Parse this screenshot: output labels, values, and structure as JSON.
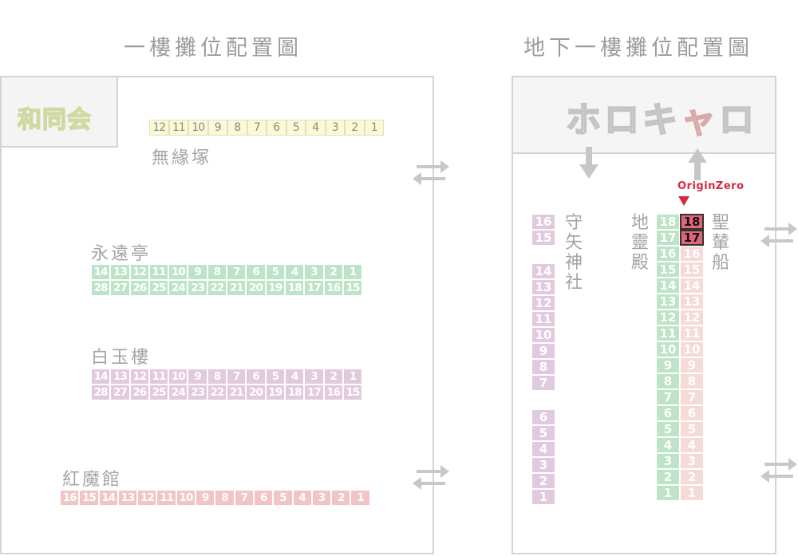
{
  "floors": {
    "first": {
      "title": "一樓攤位配置圖"
    },
    "basement": {
      "title": "地下一樓攤位配置圖"
    }
  },
  "logo": {
    "text": "和同会"
  },
  "sign": {
    "part1": "ホロキ",
    "part2": "ャ",
    "part3": "ロ"
  },
  "origin": {
    "label": "OriginZero"
  },
  "areas": {
    "muen": {
      "label": "無緣塚",
      "row": [
        "12",
        "11",
        "10",
        "9",
        "8",
        "7",
        "6",
        "5",
        "4",
        "3",
        "2",
        "1"
      ]
    },
    "eien": {
      "label": "永遠亭",
      "row1": [
        "14",
        "13",
        "12",
        "11",
        "10",
        "9",
        "8",
        "7",
        "6",
        "5",
        "4",
        "3",
        "2",
        "1"
      ],
      "row2": [
        "28",
        "27",
        "26",
        "25",
        "24",
        "23",
        "22",
        "21",
        "20",
        "19",
        "18",
        "17",
        "16",
        "15"
      ]
    },
    "hakugyoku": {
      "label": "白玉樓",
      "row1": [
        "14",
        "13",
        "12",
        "11",
        "10",
        "9",
        "8",
        "7",
        "6",
        "5",
        "4",
        "3",
        "2",
        "1"
      ],
      "row2": [
        "28",
        "27",
        "26",
        "25",
        "24",
        "23",
        "22",
        "21",
        "20",
        "19",
        "18",
        "17",
        "16",
        "15"
      ]
    },
    "koumakan": {
      "label": "紅魔館",
      "row": [
        "16",
        "15",
        "14",
        "13",
        "12",
        "11",
        "10",
        "9",
        "8",
        "7",
        "6",
        "5",
        "4",
        "3",
        "2",
        "1"
      ]
    },
    "moriya": {
      "label": "守矢神社",
      "colA": [
        "16",
        "15"
      ],
      "colB": [
        "14",
        "13",
        "12",
        "11",
        "10",
        "9",
        "8",
        "7"
      ],
      "colC": [
        "6",
        "5",
        "4",
        "3",
        "2",
        "1"
      ]
    },
    "chirei": {
      "label": "地靈殿",
      "col": [
        "18",
        "17",
        "16",
        "15",
        "14",
        "13",
        "12",
        "11",
        "10",
        "9",
        "8",
        "7",
        "6",
        "5",
        "4",
        "3",
        "2",
        "1"
      ]
    },
    "seiren": {
      "label": "聖輦船",
      "col": [
        "18",
        "17",
        "16",
        "15",
        "14",
        "13",
        "12",
        "11",
        "10",
        "9",
        "8",
        "7",
        "6",
        "5",
        "4",
        "3",
        "2",
        "1"
      ],
      "highlighted": [
        "18",
        "17"
      ]
    }
  },
  "colors": {
    "yellow": "#fafadb",
    "green": "#bde3c9",
    "purple": "#e2cade",
    "red": "#f3c4c4",
    "pink": "#f6dada",
    "highlight": "#e2647a",
    "accent": "#d8283e"
  }
}
